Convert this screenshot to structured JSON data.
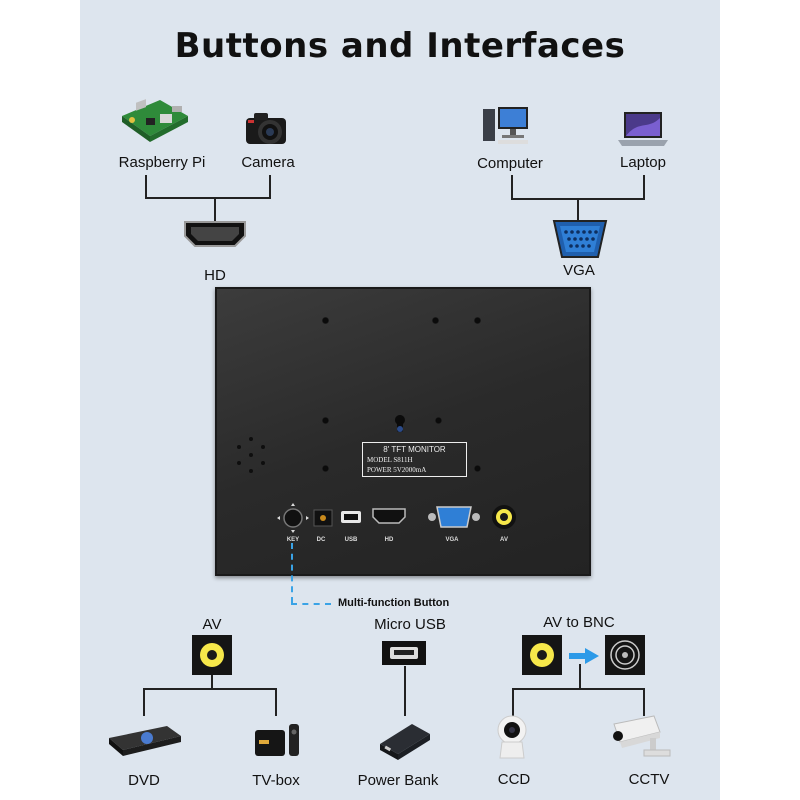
{
  "title": "Buttons and Interfaces",
  "top": {
    "hd_sources": [
      "Raspberry Pi",
      "Camera"
    ],
    "hd_label": "HD",
    "vga_sources": [
      "Computer",
      "Laptop"
    ],
    "vga_label": "VGA"
  },
  "monitor": {
    "plate_lines": [
      "8' TFT MONITOR",
      "MODEL  S811H",
      "POWER  5V2000mA"
    ],
    "ports": [
      "KEY",
      "DC",
      "USB",
      "HD",
      "VGA",
      "AV"
    ]
  },
  "callout": "Multi-function Button",
  "bottom": {
    "av_label": "AV",
    "av_devices": [
      "DVD",
      "TV-box"
    ],
    "usb_label": "Micro USB",
    "usb_device": "Power Bank",
    "bnc_label": "AV to BNC",
    "bnc_devices": [
      "CCD",
      "CCTV"
    ]
  },
  "colors": {
    "panel": "#dde5ee",
    "callout_line": "#3aa3e6",
    "av_ring": "#f6e84a",
    "vga_blue": "#2f7fd6"
  }
}
